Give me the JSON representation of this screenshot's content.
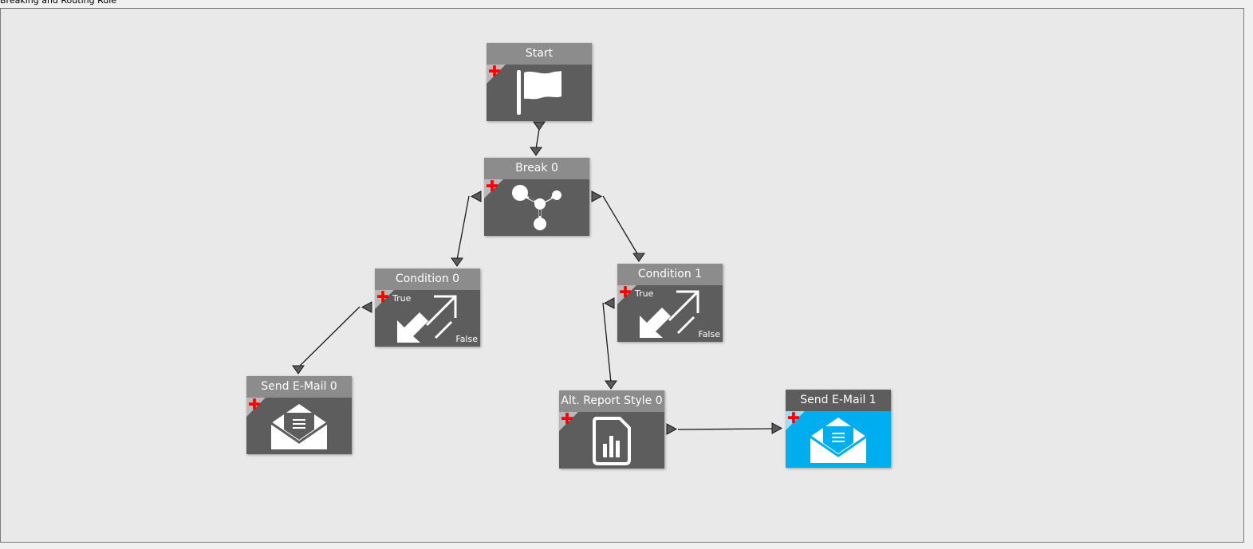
{
  "panel": {
    "title": "Breaking and Routing Rule"
  },
  "nodes": {
    "start": {
      "title": "Start",
      "icon": "flag-icon"
    },
    "break0": {
      "title": "Break 0",
      "icon": "split-icon"
    },
    "cond0": {
      "title": "Condition 0",
      "icon": "condition-arrows-icon",
      "true_label": "True",
      "false_label": "False"
    },
    "cond1": {
      "title": "Condition 1",
      "icon": "condition-arrows-icon",
      "true_label": "True",
      "false_label": "False"
    },
    "email0": {
      "title": "Send E-Mail 0",
      "icon": "email-icon"
    },
    "altreport": {
      "title": "Alt. Report Style 0",
      "icon": "report-icon"
    },
    "email1": {
      "title": "Send E-Mail 1",
      "icon": "email-icon",
      "selected": true
    }
  },
  "colors": {
    "canvas": "#e9e9e9",
    "node_body": "#5d5d5d",
    "node_header": "#8c8c8c",
    "selected_body": "#00adef",
    "plus": "#ff0000"
  }
}
